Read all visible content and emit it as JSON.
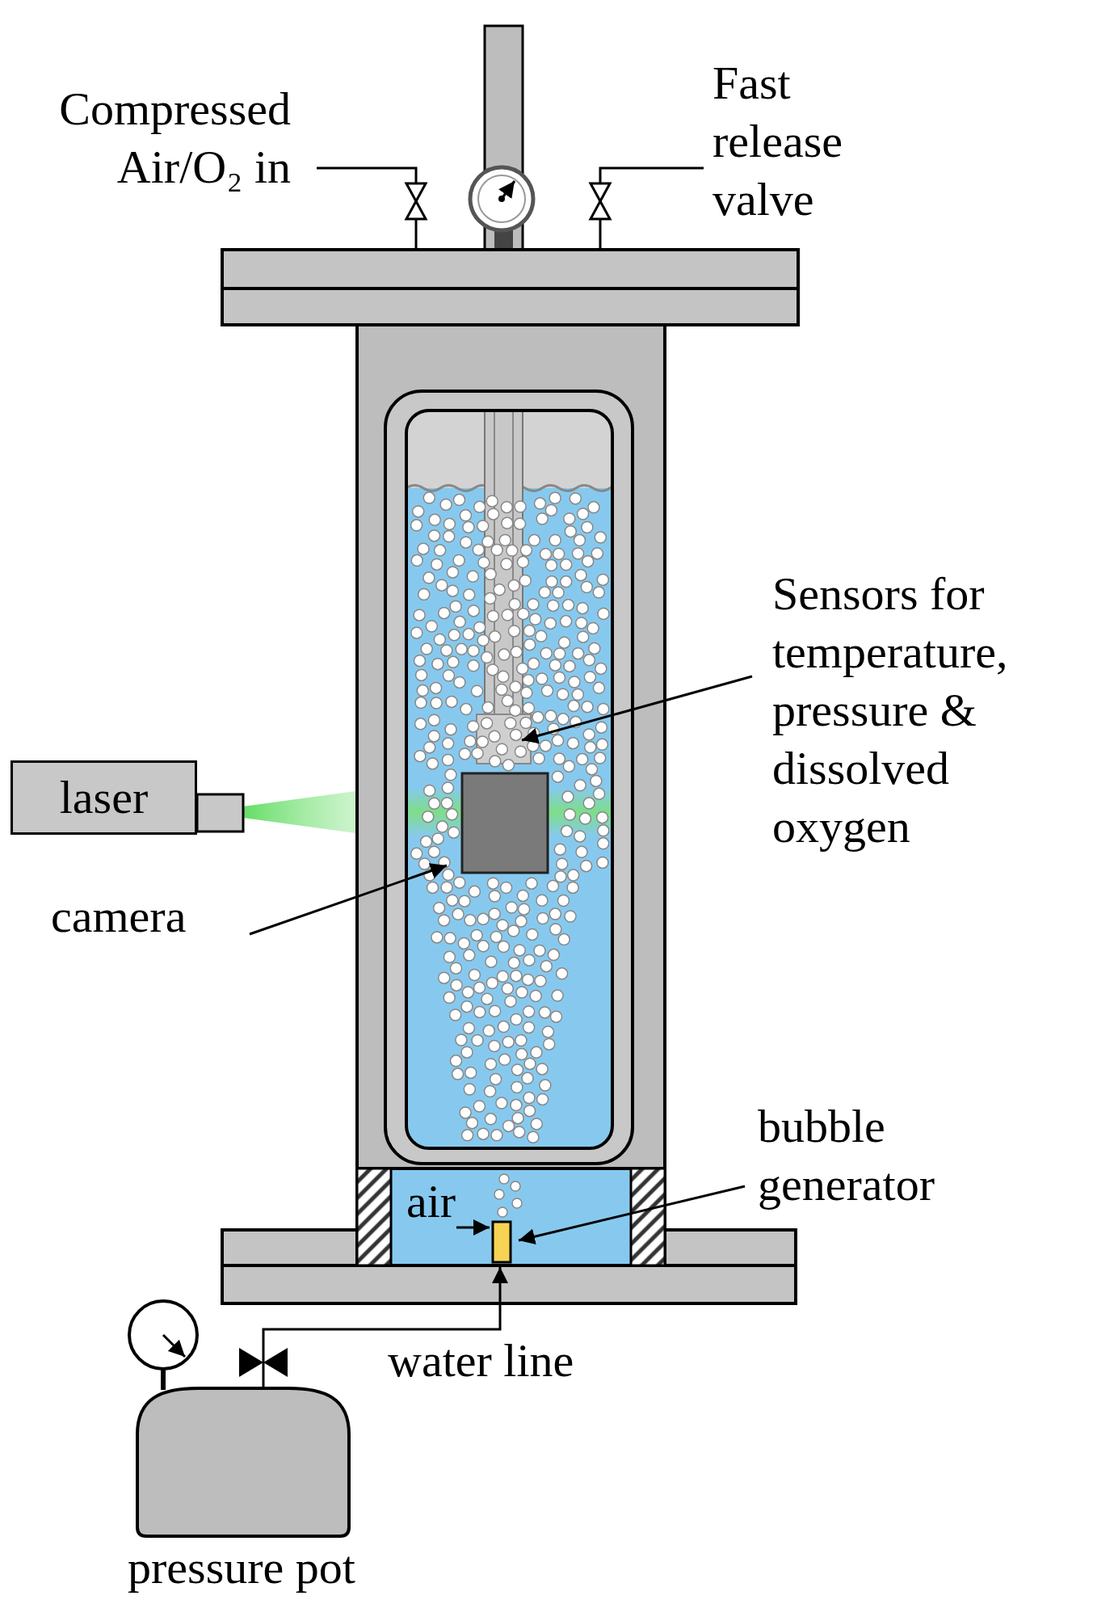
{
  "diagram": {
    "nodes": [
      {
        "text": [
          "laser"
        ]
      },
      {
        "text": [
          "pressure pot"
        ]
      }
    ],
    "labels": [
      "Compressed Air/O₂ in",
      "Fast release valve",
      "Sensors for temperature, pressure & dissolved oxygen",
      "camera",
      "bubble generator",
      "air",
      "water line"
    ]
  }
}
